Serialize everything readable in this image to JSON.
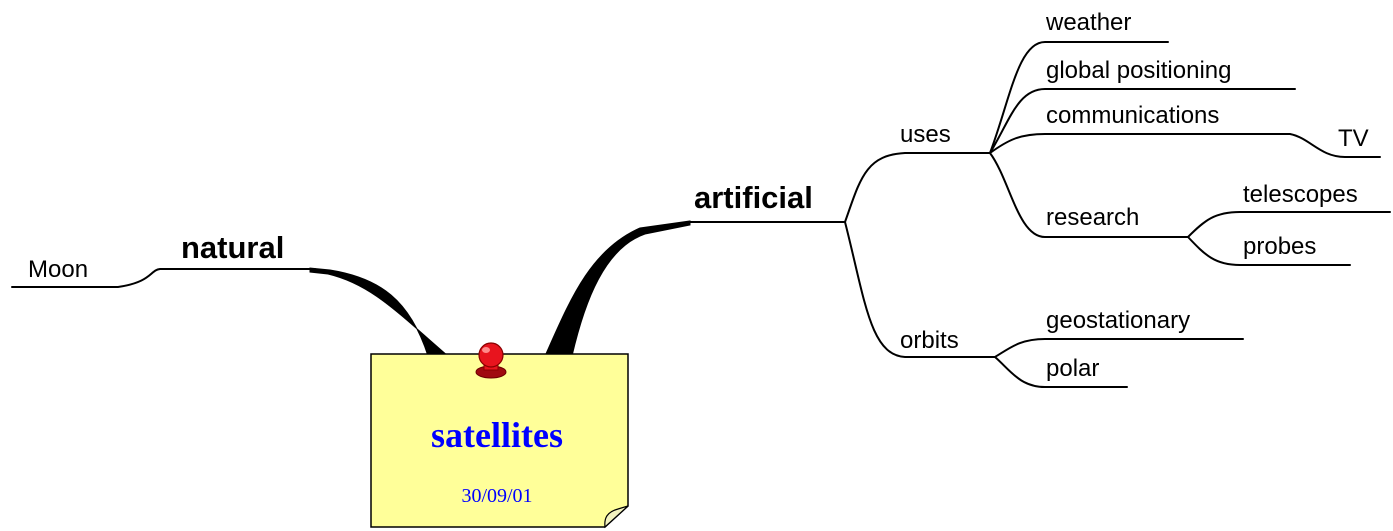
{
  "central": {
    "title": "satellites",
    "date": "30/09/01"
  },
  "branches": {
    "natural": {
      "label": "natural",
      "children": {
        "moon": "Moon"
      }
    },
    "artificial": {
      "label": "artificial",
      "uses": {
        "label": "uses",
        "weather": "weather",
        "global_positioning": "global positioning",
        "communications": "communications",
        "tv": "TV",
        "research": "research",
        "telescopes": "telescopes",
        "probes": "probes"
      },
      "orbits": {
        "label": "orbits",
        "geostationary": "geostationary",
        "polar": "polar"
      }
    }
  },
  "colors": {
    "note_fill": "#FFFF99",
    "note_border": "#000000",
    "title_color": "#0000FF",
    "pin_color": "#E8141E",
    "line_color": "#000000"
  }
}
